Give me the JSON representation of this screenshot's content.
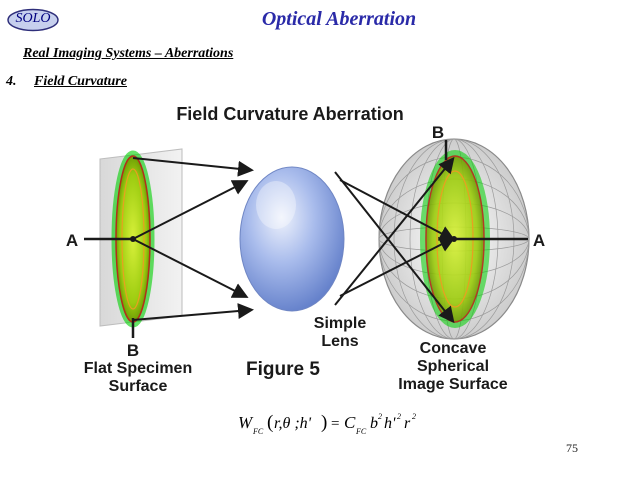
{
  "header": {
    "logo_text": "SOLO",
    "title": "Optical Aberration",
    "subtitle": "Real Imaging Systems – Aberrations",
    "section_number": "4.",
    "section_label": "Field Curvature"
  },
  "figure": {
    "title": "Field Curvature Aberration",
    "point_a_left": "A",
    "point_a_right": "A",
    "point_b_left": "B",
    "point_b_right": "B",
    "left_caption_line1": "Flat Specimen",
    "left_caption_line2": "Surface",
    "figure_label": "Figure 5",
    "lens_caption_line1": "Simple",
    "lens_caption_line2": "Lens",
    "right_caption_line1": "Concave",
    "right_caption_line2": "Spherical",
    "right_caption_line3": "Image Surface"
  },
  "formula": {
    "text": "W_FC(r,θ;h') = C_FC b² h'² r²",
    "W": "W",
    "FC1": "FC",
    "args": "r,θ ;h'",
    "eq": "=",
    "C": "C",
    "FC2": "FC",
    "b": "b",
    "h": "h'",
    "r": "r",
    "exp": "2"
  },
  "page_number": "75",
  "colors": {
    "title_blue": "#2a2aa8",
    "logo_fill": "#c7d0ee",
    "ellipse_green": "#9cd414",
    "ellipse_glow": "#00c000",
    "lens_blue": "#8fa7e0"
  }
}
